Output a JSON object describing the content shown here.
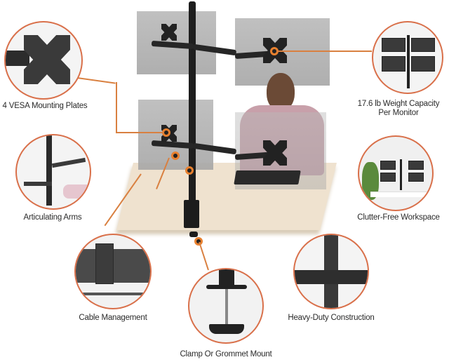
{
  "features": [
    {
      "id": "vesa",
      "label": "4 VESA Mounting Plates"
    },
    {
      "id": "weight",
      "label_line1": "17.6 lb Weight Capacity",
      "label_line2": "Per Monitor"
    },
    {
      "id": "arms",
      "label": "Articulating Arms"
    },
    {
      "id": "clutter",
      "label": "Clutter-Free Workspace"
    },
    {
      "id": "cable",
      "label": "Cable Management"
    },
    {
      "id": "duty",
      "label": "Heavy-Duty Construction"
    },
    {
      "id": "clamp",
      "label": "Clamp Or Grommet Mount"
    }
  ],
  "colors": {
    "accent": "#e8802e",
    "ring": "#d9704a",
    "metal": "#1e1e1e",
    "screen": "#b0b0b0",
    "desk": "#efe1cc"
  }
}
